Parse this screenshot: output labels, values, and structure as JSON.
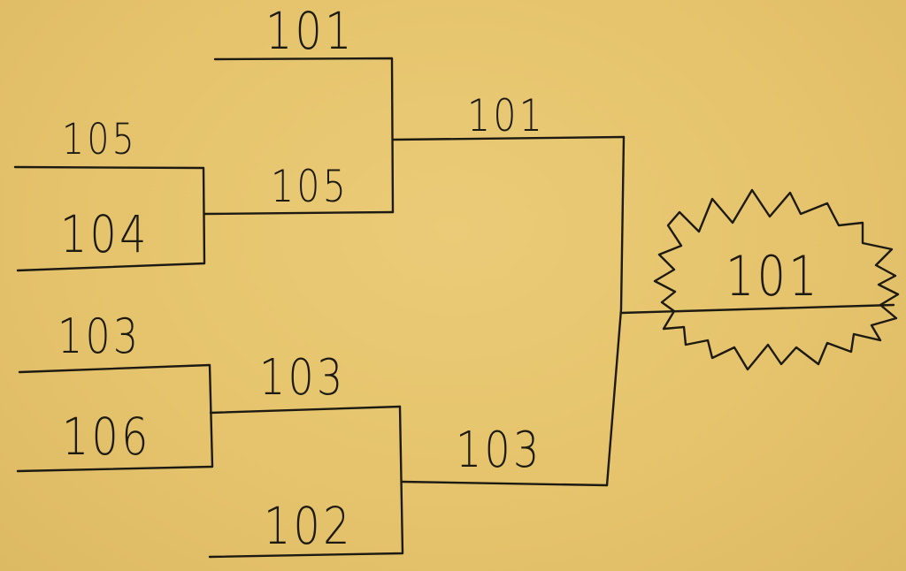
{
  "bracket": {
    "round1": [
      {
        "id": "r1-top-a",
        "team": "105"
      },
      {
        "id": "r1-top-b",
        "team": "104"
      },
      {
        "id": "r1-bot-a",
        "team": "103"
      },
      {
        "id": "r1-bot-b",
        "team": "106"
      }
    ],
    "round2": [
      {
        "id": "r2-a",
        "team": "101"
      },
      {
        "id": "r2-b",
        "team": "105"
      },
      {
        "id": "r2-c",
        "team": "103"
      },
      {
        "id": "r2-d",
        "team": "102"
      }
    ],
    "semifinal": [
      {
        "id": "sf-top",
        "team": "101"
      },
      {
        "id": "sf-bot",
        "team": "103"
      }
    ],
    "champion": {
      "team": "101"
    }
  },
  "colors": {
    "paper": "#e6c46e",
    "ink": "#1d1a12"
  }
}
